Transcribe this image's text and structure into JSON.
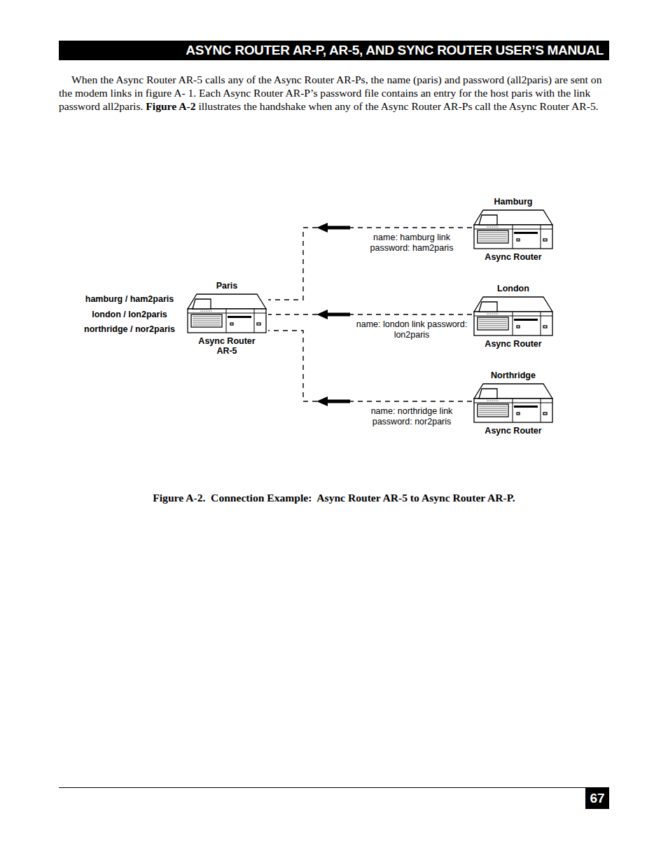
{
  "diagram": {
    "title": "ASYNC ROUTER AR-P, AR-5, AND SYNC ROUTER USER’S MANUAL",
    "caption": "Figure A-2.  Connection Example:  Async Router AR-5 to Async Router AR-P.",
    "nodes": [
      {
        "text": [
          "Paris",
          "Async Router AR-5"
        ]
      },
      {
        "text": [
          "Hamburg",
          "Async Router"
        ]
      },
      {
        "text": [
          "London",
          "Async Router"
        ]
      },
      {
        "text": [
          "Northridge",
          "Async Router"
        ]
      }
    ],
    "edges": [
      {
        "from": 1,
        "to": 0,
        "arrow": "to",
        "label": "name: hamburg link password: ham2paris"
      },
      {
        "from": 2,
        "to": 0,
        "arrow": "to",
        "label": "name: london link password: lon2paris"
      },
      {
        "from": 3,
        "to": 0,
        "arrow": "to",
        "label": "name: northridge link password: nor2paris"
      }
    ],
    "labels": [
      "When the Async Router AR-5 calls any of the Async Router AR-Ps, the name (paris) and password (all2paris) are sent on the modem links in figure A- 1. Each Async Router AR-P’s password file contains an entry for the host paris with the link password all2paris.",
      "Figure A-2",
      "illustrates the handshake when any of the Async Router AR-Ps call the Async Router AR-5.",
      "hamburg / ham2paris",
      "london / lon2paris",
      "northridge / nor2paris",
      "67"
    ]
  }
}
